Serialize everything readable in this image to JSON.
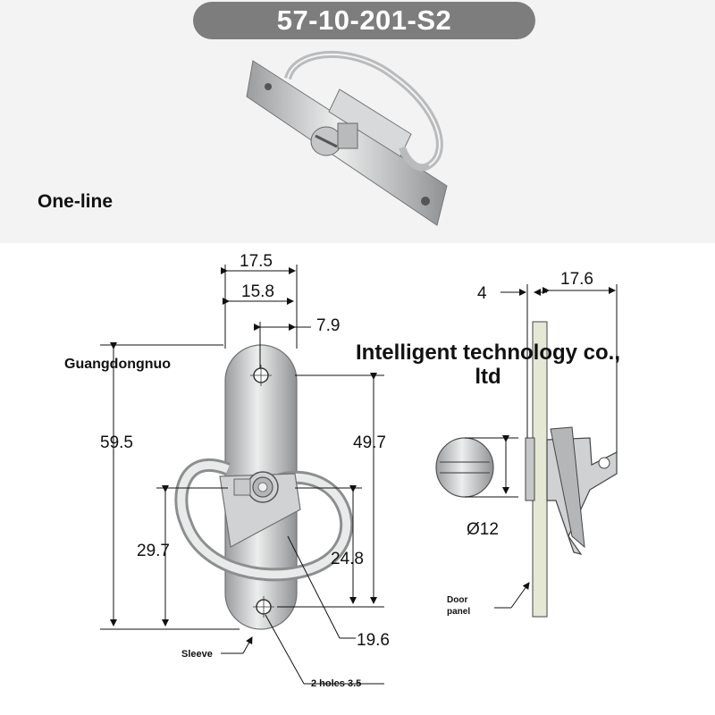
{
  "title": "57-10-201-S2",
  "variant_label": "One-line",
  "brand_watermark": "Guangdongnuo",
  "company_line1": "Intelligent technology co.,",
  "company_line2": "ltd",
  "front_view": {
    "dim_top_outer": "17.5",
    "dim_top_inner": "15.8",
    "dim_offset": "7.9",
    "dim_height_total": "59.5",
    "dim_height_slot": "49.7",
    "dim_ring_height": "29.7",
    "dim_pin_height": "24.8",
    "dim_ring_diameter": "19.6",
    "label_sleeve": "Sleeve",
    "label_holes": "2 holes 3.5"
  },
  "side_view": {
    "dim_thickness": "4",
    "dim_depth": "17.6",
    "dim_knob_diameter": "Ø12",
    "label_door_panel_1": "Door",
    "label_door_panel_2": "panel"
  },
  "colors": {
    "pill_bg": "#7d7d7d",
    "top_band": "#f3f3f3",
    "metal": "#c9cbcd",
    "metal_dark": "#8e9092",
    "panel": "#e6e8d6"
  }
}
